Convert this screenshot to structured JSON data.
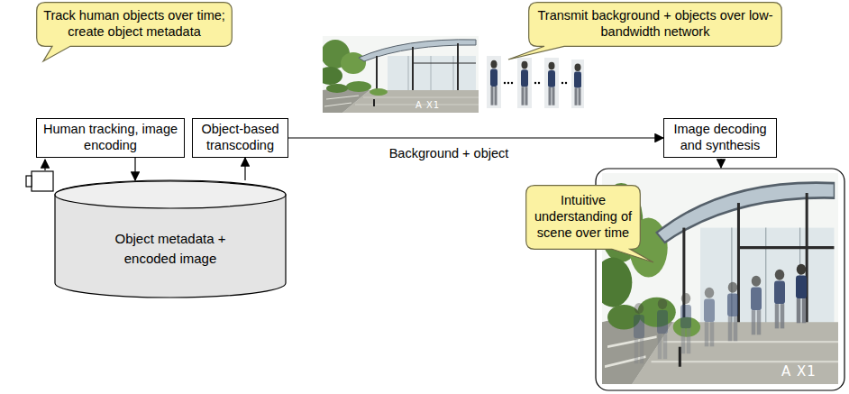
{
  "diagram": {
    "nodes": [
      {
        "text": [
          "Track human objects over time; create object metadata"
        ]
      },
      {
        "text": [
          "Transmit background + objects over low-bandwidth network"
        ]
      },
      {
        "text": [
          "Human tracking, image encoding"
        ]
      },
      {
        "text": [
          "Object-based transcoding"
        ]
      },
      {
        "text": [
          "Image decoding and synthesis"
        ]
      },
      {
        "text": [
          "Intuitive understanding of scene over time"
        ]
      },
      {
        "text": [
          "Object metadata + encoded image"
        ]
      }
    ],
    "edges": [
      {
        "from": 2,
        "to": 6,
        "arrow": "to"
      },
      {
        "from": 6,
        "to": 3,
        "arrow": "to"
      },
      {
        "from": 3,
        "to": 4,
        "label": "Background + object",
        "arrow": "to"
      }
    ],
    "labels": [
      "A X1",
      "A X1"
    ]
  }
}
